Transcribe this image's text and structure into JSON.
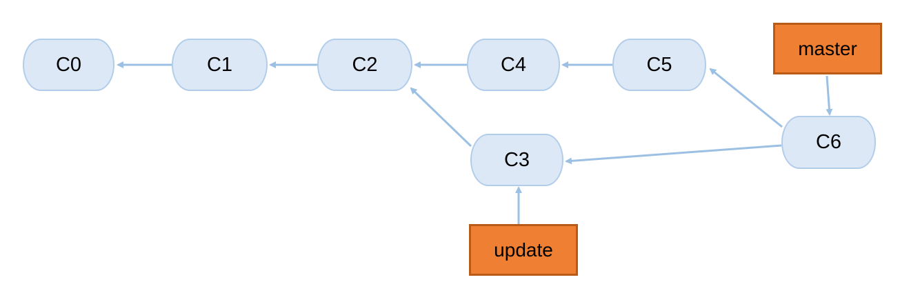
{
  "colors": {
    "commit_fill": "#dde8f6",
    "commit_border": "#b2cde9",
    "branch_fill": "#ee7f33",
    "branch_border": "#b95a17",
    "arrow": "#9cc0e3"
  },
  "commits": {
    "c0": "C0",
    "c1": "C1",
    "c2": "C2",
    "c3": "C3",
    "c4": "C4",
    "c5": "C5",
    "c6": "C6"
  },
  "branches": {
    "master": "master",
    "update": "update"
  },
  "edges": [
    {
      "from": "C1",
      "to": "C0"
    },
    {
      "from": "C2",
      "to": "C1"
    },
    {
      "from": "C4",
      "to": "C2"
    },
    {
      "from": "C5",
      "to": "C4"
    },
    {
      "from": "C3",
      "to": "C2"
    },
    {
      "from": "C6",
      "to": "C5"
    },
    {
      "from": "C6",
      "to": "C3"
    },
    {
      "from": "master",
      "to": "C6"
    },
    {
      "from": "update",
      "to": "C3"
    }
  ]
}
